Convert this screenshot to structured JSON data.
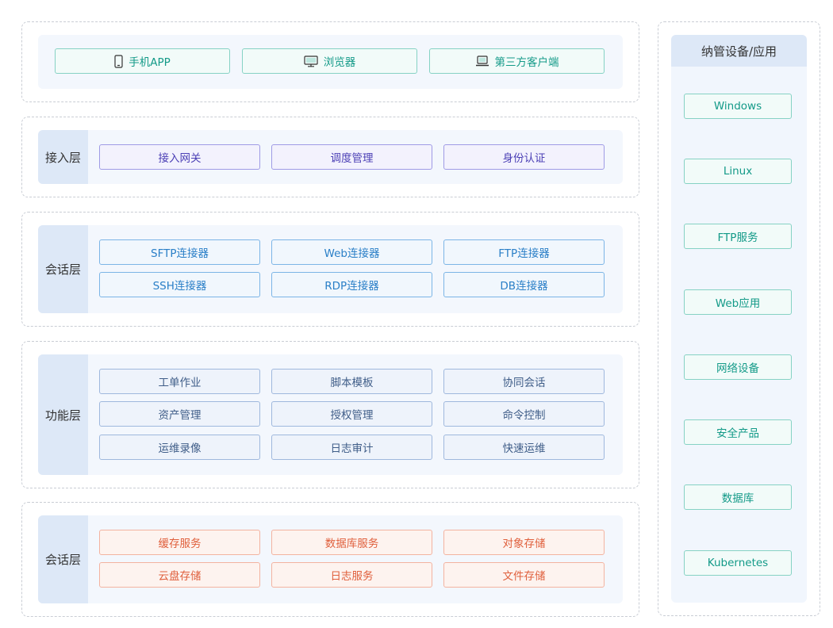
{
  "clients": [
    {
      "label": "手机APP",
      "icon": "mobile-phone-icon"
    },
    {
      "label": "浏览器",
      "icon": "monitor-icon"
    },
    {
      "label": "第三方客户端",
      "icon": "laptop-icon"
    }
  ],
  "access_layer": {
    "label": "接入层",
    "items": [
      "接入网关",
      "调度管理",
      "身份认证"
    ]
  },
  "session_layer": {
    "label": "会话层",
    "items": [
      "SFTP连接器",
      "Web连接器",
      "FTP连接器",
      "SSH连接器",
      "RDP连接器",
      "DB连接器"
    ]
  },
  "function_layer": {
    "label": "功能层",
    "items": [
      "工单作业",
      "脚本模板",
      "协同会话",
      "资产管理",
      "授权管理",
      "命令控制",
      "运维录像",
      "日志审计",
      "快速运维"
    ]
  },
  "storage_layer": {
    "label": "会话层",
    "items": [
      "缓存服务",
      "数据库服务",
      "对象存储",
      "云盘存储",
      "日志服务",
      "文件存储"
    ]
  },
  "managed": {
    "title": "纳管设备/应用",
    "items": [
      "Windows",
      "Linux",
      "FTP服务",
      "Web应用",
      "网络设备",
      "安全产品",
      "数据库",
      "Kubernetes"
    ]
  },
  "colors": {
    "client": "#139a88",
    "access": "#4b3fb5",
    "session": "#2a7fc7",
    "function": "#3f5d88",
    "storage": "#e0603d"
  }
}
